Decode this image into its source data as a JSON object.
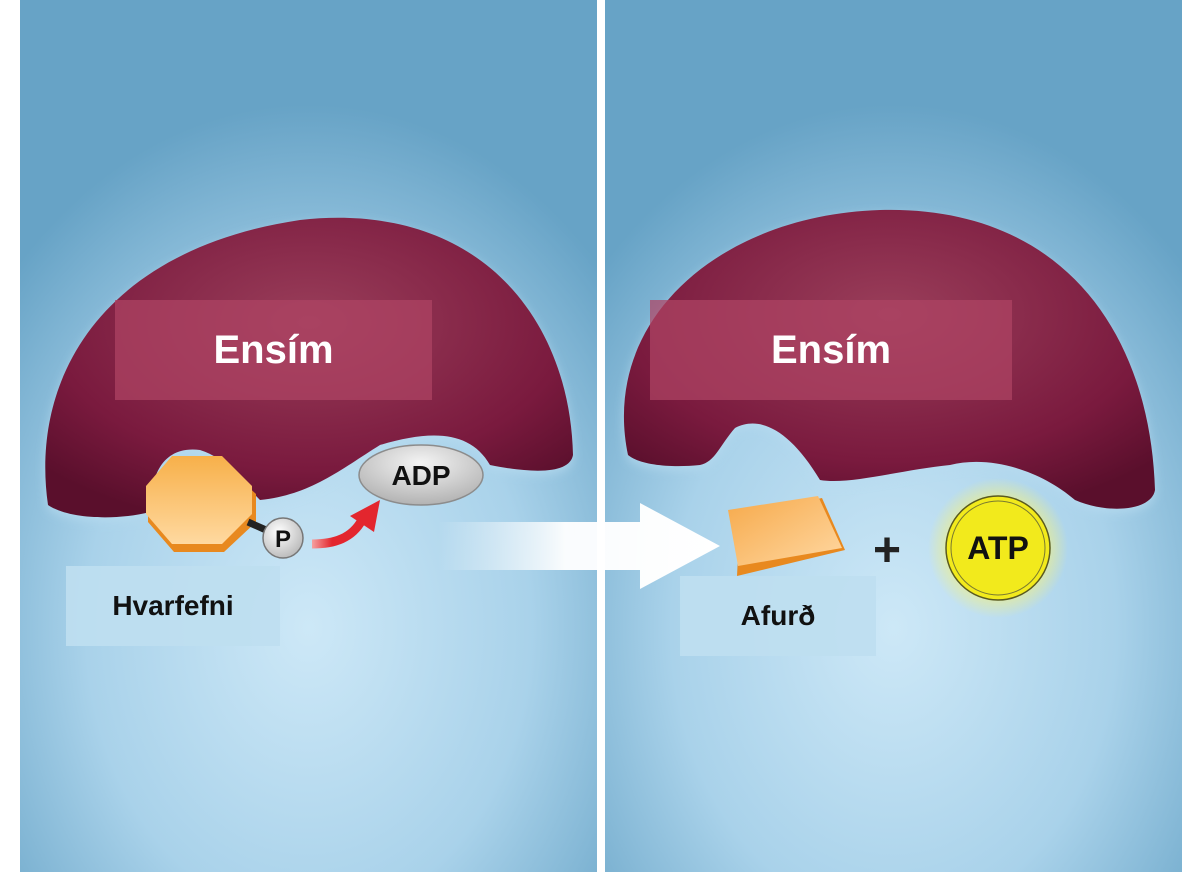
{
  "left_panel": {
    "enzyme_label": "Ensím",
    "substrate_label": "Hvarfefni",
    "phosphate_label": "P",
    "adp_label": "ADP"
  },
  "right_panel": {
    "enzyme_label": "Ensím",
    "product_label": "Afurð",
    "plus_sign": "+",
    "atp_label": "ATP"
  },
  "colors": {
    "enzyme": "#7a1a3e",
    "substrate": "#f4a23a",
    "atp": "#f2ea1c",
    "arrow_red": "#e3262e",
    "background_blue": "#a9d2ea"
  },
  "icons": {
    "substrate": "octagon-shape",
    "product": "square-shape",
    "phosphate": "circle-p",
    "adp": "ellipse-badge",
    "atp": "glowing-circle",
    "transition": "right-arrow"
  }
}
